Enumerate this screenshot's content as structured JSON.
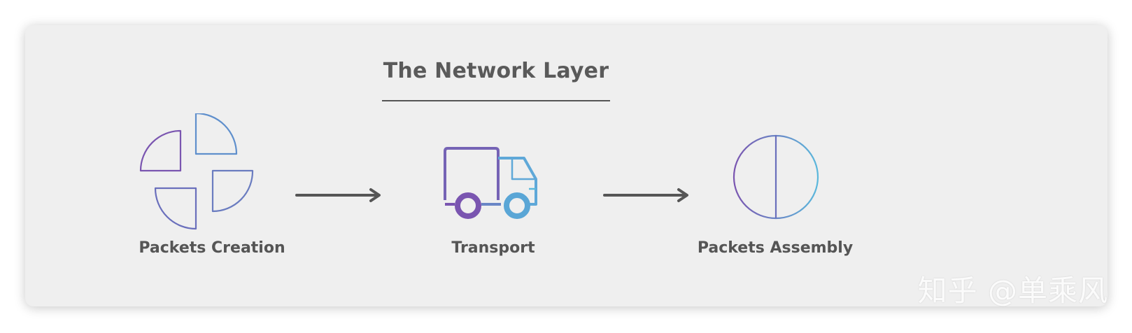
{
  "diagram": {
    "title": "The Network Layer",
    "steps": [
      {
        "label": "Packets Creation",
        "icon": "packet-pieces-icon"
      },
      {
        "label": "Transport",
        "icon": "truck-icon"
      },
      {
        "label": "Packets Assembly",
        "icon": "assembled-circle-icon"
      }
    ],
    "connectors": [
      "arrow-right-icon",
      "arrow-right-icon"
    ]
  },
  "watermark": "知乎 @单乘风",
  "colors": {
    "background": "#efefef",
    "text": "#555555",
    "gradient_start": "#7a55b0",
    "gradient_end": "#5bb8dc",
    "arrow": "#555555"
  }
}
